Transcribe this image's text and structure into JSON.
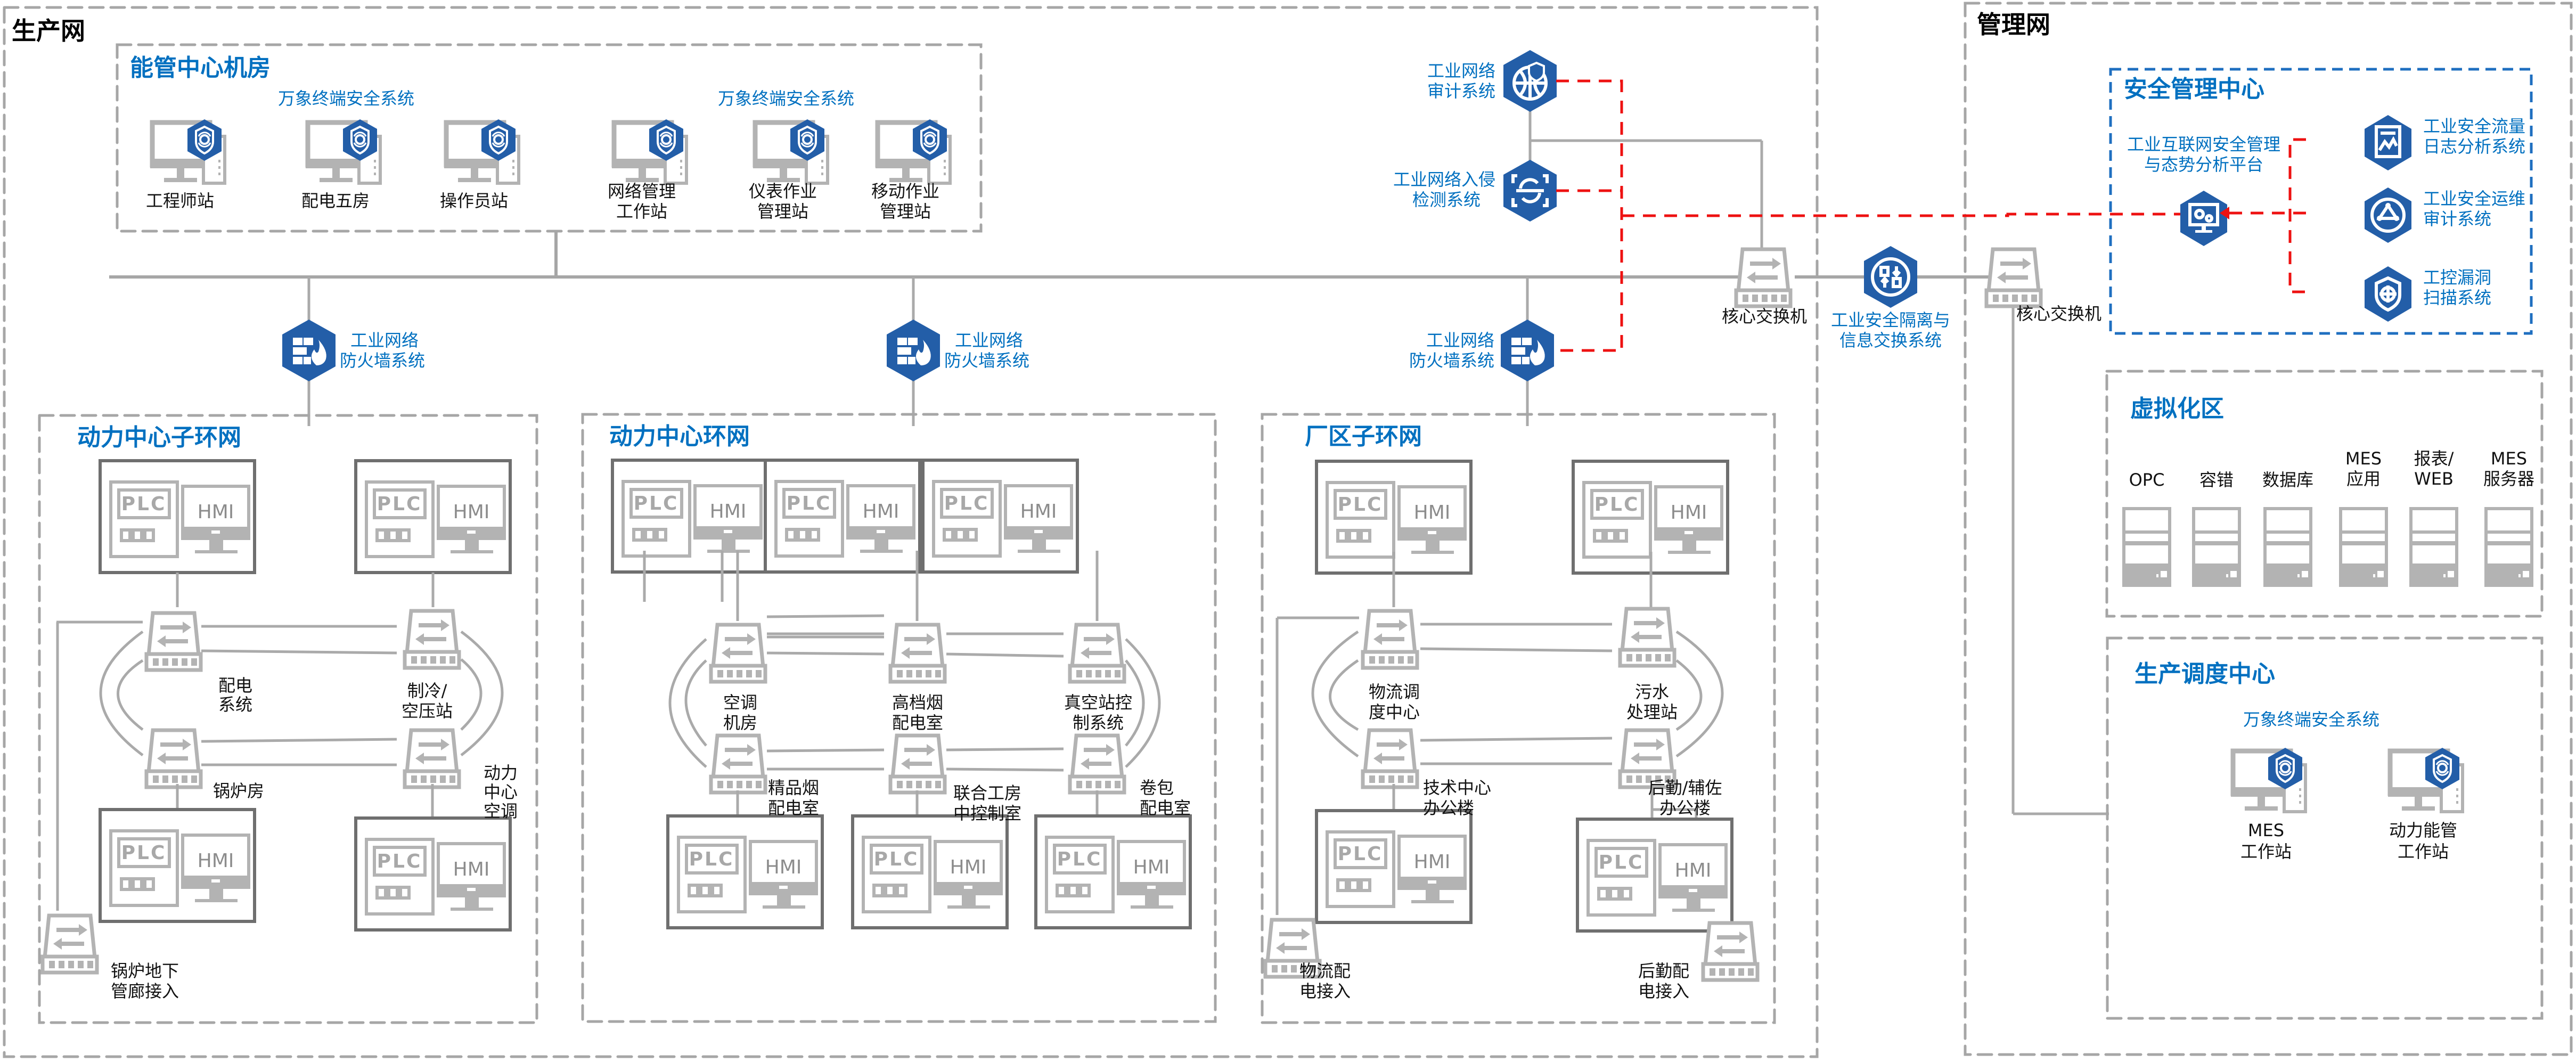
{
  "zones": {
    "production": "生产网",
    "management": "管理网"
  },
  "energy_room": {
    "title": "能管中心机房",
    "security_label_left": "万象终端安全系统",
    "security_label_right": "万象终端安全系统",
    "stations": [
      {
        "label": [
          "工程师站"
        ]
      },
      {
        "label": [
          "配电五房"
        ]
      },
      {
        "label": [
          "操作员站"
        ]
      },
      {
        "label": [
          "网络管理",
          "工作站"
        ]
      },
      {
        "label": [
          "仪表作业",
          "管理站"
        ]
      },
      {
        "label": [
          "移动作业",
          "管理站"
        ]
      }
    ]
  },
  "security_devices": {
    "audit": [
      "工业网络",
      "审计系统"
    ],
    "ids": [
      "工业网络入侵",
      "检测系统"
    ],
    "firewall": [
      "工业网络",
      "防火墙系统"
    ],
    "isolation": [
      "工业安全隔离与",
      "信息交换系统"
    ],
    "core_switch": "核心交换机"
  },
  "rings": [
    {
      "title": "动力中心子环网",
      "plc_label": "PLC",
      "hmi_label": "HMI",
      "nodes": [
        {
          "label": [
            "配电",
            "系统"
          ]
        },
        {
          "label": [
            "制冷/",
            "空压站"
          ]
        },
        {
          "label": [
            "锅炉房"
          ]
        },
        {
          "label": [
            "动力",
            "中心",
            "空调"
          ]
        }
      ],
      "access": {
        "label": [
          "锅炉地下",
          "管廊接入"
        ]
      }
    },
    {
      "title": "动力中心环网",
      "plc_label": "PLC",
      "hmi_label": "HMI",
      "nodes": [
        {
          "label": [
            "空调",
            "机房"
          ]
        },
        {
          "label": [
            "高档烟",
            "配电室"
          ]
        },
        {
          "label": [
            "真空站控",
            "制系统"
          ]
        },
        {
          "label": [
            "精品烟",
            "配电室"
          ]
        },
        {
          "label": [
            "联合工房",
            "中控制室"
          ]
        },
        {
          "label": [
            "卷包",
            "配电室"
          ]
        }
      ]
    },
    {
      "title": "厂区子环网",
      "plc_label": "PLC",
      "hmi_label": "HMI",
      "nodes": [
        {
          "label": [
            "物流调",
            "度中心"
          ]
        },
        {
          "label": [
            "污水",
            "处理站"
          ]
        },
        {
          "label": [
            "技术中心",
            "办公楼"
          ]
        },
        {
          "label": [
            "后勤/辅佐",
            "办公楼"
          ]
        }
      ],
      "access_left": {
        "label": [
          "物流配",
          "电接入"
        ]
      },
      "access_right": {
        "label": [
          "后勤配",
          "电接入"
        ]
      }
    }
  ],
  "security_center": {
    "title": "安全管理中心",
    "platform": [
      "工业互联网安全管理",
      "与态势分析平台"
    ],
    "systems": [
      {
        "label": [
          "工业安全流量",
          "日志分析系统"
        ],
        "icon": "log-chart-icon"
      },
      {
        "label": [
          "工业安全运维",
          "审计系统"
        ],
        "icon": "ops-audit-icon"
      },
      {
        "label": [
          "工控漏洞",
          "扫描系统"
        ],
        "icon": "vuln-scan-icon"
      }
    ]
  },
  "virtualization": {
    "title": "虚拟化区",
    "servers": [
      {
        "label": [
          "OPC"
        ]
      },
      {
        "label": [
          "容错"
        ]
      },
      {
        "label": [
          "数据库"
        ]
      },
      {
        "label": [
          "MES",
          "应用"
        ]
      },
      {
        "label": [
          "报表/",
          "WEB"
        ]
      },
      {
        "label": [
          "MES",
          "服务器"
        ]
      }
    ]
  },
  "dispatch": {
    "title": "生产调度中心",
    "security_label": "万象终端安全系统",
    "stations": [
      {
        "label": [
          "MES",
          "工作站"
        ]
      },
      {
        "label": [
          "动力能管",
          "工作站"
        ]
      }
    ]
  },
  "colors": {
    "accent_blue": "#0070c0",
    "icon_blue": "#235ea8",
    "alert_red": "#ee1111",
    "line_gray": "#a6a6a6"
  }
}
